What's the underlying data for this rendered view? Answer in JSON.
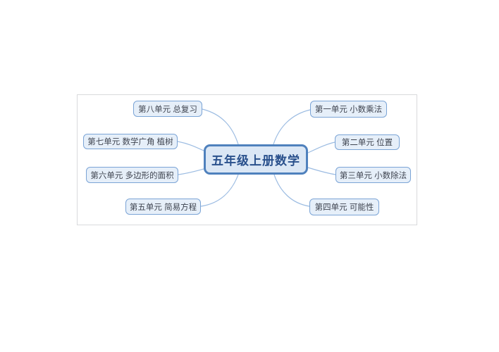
{
  "mindmap": {
    "center": {
      "label": "五年级上册数学"
    },
    "left_branches": [
      {
        "label": "第八单元 总复习"
      },
      {
        "label": "第七单元 数学广角 植树"
      },
      {
        "label": "第六单元 多边形的面积"
      },
      {
        "label": "第五单元 简易方程"
      }
    ],
    "right_branches": [
      {
        "label": "第一单元 小数乘法"
      },
      {
        "label": "第二单元 位置"
      },
      {
        "label": "第三单元 小数除法"
      },
      {
        "label": "第四单元 可能性"
      }
    ],
    "colors": {
      "node_fill": "#e6eff9",
      "node_border": "#7ba4d6",
      "node_text": "#3f4450",
      "center_fill": "#dbe7f5",
      "center_border": "#4f81bd",
      "center_text": "#29508c",
      "connector": "#9cbce2",
      "panel_border": "#d9dadc"
    }
  }
}
